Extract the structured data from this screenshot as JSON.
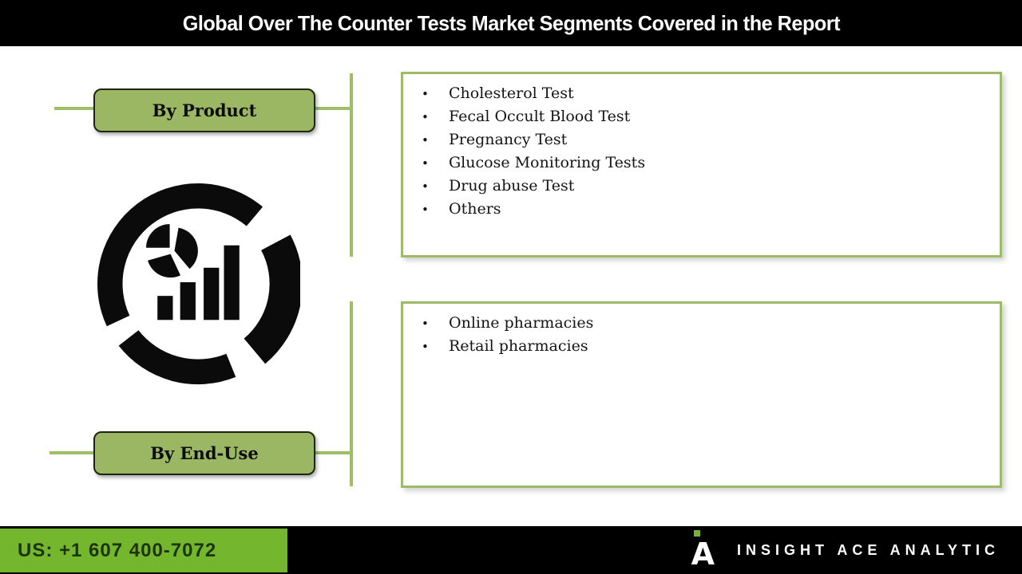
{
  "header": {
    "title": "Global Over The Counter Tests Market Segments Covered in the Report"
  },
  "segments": [
    {
      "label": "By Product",
      "items": [
        "Cholesterol Test",
        "Fecal Occult Blood Test",
        "Pregnancy Test",
        "Glucose Monitoring Tests",
        "Drug abuse Test",
        "Others"
      ]
    },
    {
      "label": "By End-Use",
      "items": [
        "Online pharmacies",
        "Retail pharmacies"
      ]
    }
  ],
  "icon": {
    "name": "market-analytics-icon"
  },
  "footer": {
    "phone": "US: +1 607 400-7072",
    "company": "INSIGHT ACE ANALYTIC",
    "logo_letter": "A"
  },
  "colors": {
    "header_bg": "#000000",
    "header_text": "#ffffff",
    "button_fill": "#9bb763",
    "button_border": "#202512",
    "box_border": "#9cba68",
    "connector": "#a0bd67",
    "footer_green": "#74b62e",
    "phone_text": "#1c3407",
    "icon_black": "#0b0b0b"
  }
}
